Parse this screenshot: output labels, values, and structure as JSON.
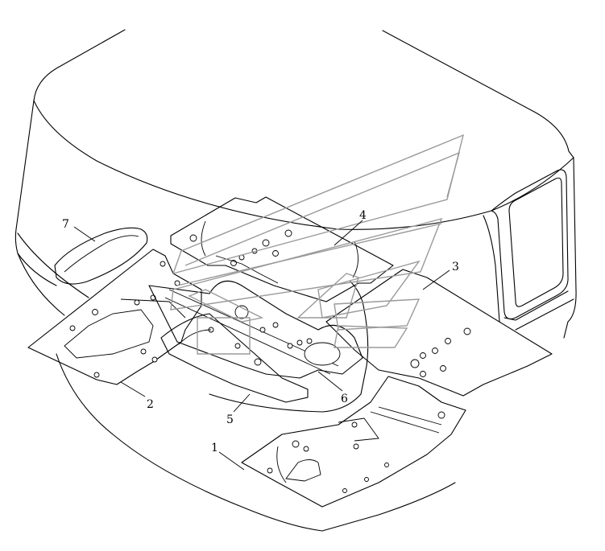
{
  "callouts": [
    {
      "id": "1",
      "label": "1"
    },
    {
      "id": "2",
      "label": "2"
    },
    {
      "id": "3",
      "label": "3"
    },
    {
      "id": "4",
      "label": "4"
    },
    {
      "id": "5",
      "label": "5"
    },
    {
      "id": "6",
      "label": "6"
    },
    {
      "id": "7",
      "label": "7"
    }
  ],
  "colors": {
    "line": "#000000",
    "background": "#ffffff",
    "watermark": "#9a9a9a"
  }
}
